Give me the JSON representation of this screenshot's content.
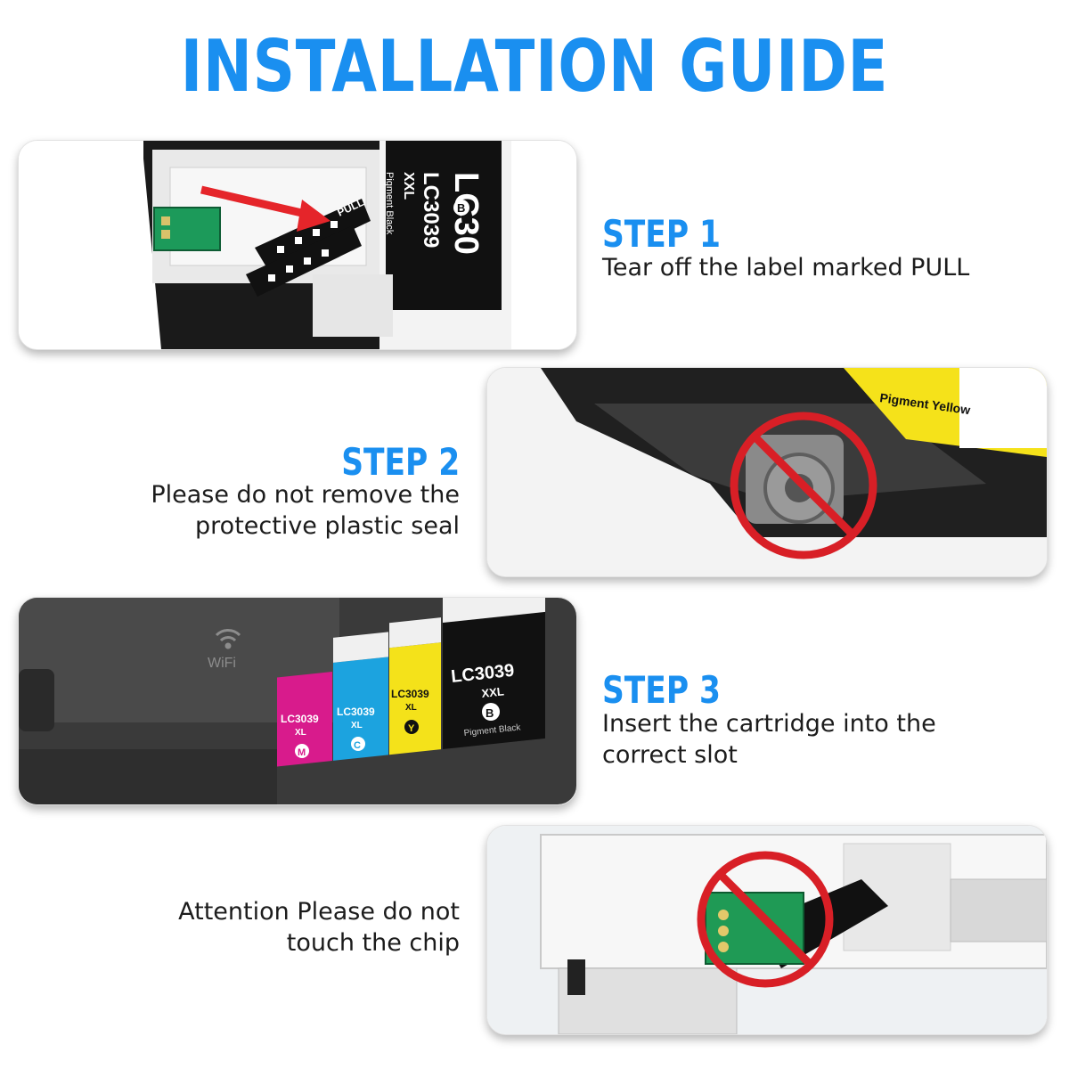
{
  "title": "INSTALLATION GUIDE",
  "steps": [
    {
      "heading": "STEP 1",
      "lines": [
        "Tear off the label marked PULL"
      ]
    },
    {
      "heading": "STEP 2",
      "lines": [
        "Please do not remove the",
        "protective plastic seal"
      ]
    },
    {
      "heading": "STEP 3",
      "lines": [
        "Insert the cartridge into the",
        "correct slot"
      ]
    }
  ],
  "attention": {
    "lines": [
      "Attention Please do not",
      "touch the chip"
    ]
  },
  "labels": {
    "lc3039": "LC3039",
    "xxl": "XXL",
    "lc30": "LC30",
    "xl": "XL",
    "wifi": "WiFi",
    "pigment_black": "Pigment Black",
    "pigment_yellow": "Pigment Yellow",
    "pull": "PULL",
    "letter_b": "B",
    "letter_m": "M",
    "letter_c": "C",
    "letter_y": "Y"
  },
  "colors": {
    "accent": "#1a8ff0",
    "prohibit": "#d81f26",
    "arrow": "#e5252a",
    "magenta": "#d81b8c",
    "cyan": "#1ca3df",
    "yellow": "#f4e21a",
    "black": "#111111"
  }
}
